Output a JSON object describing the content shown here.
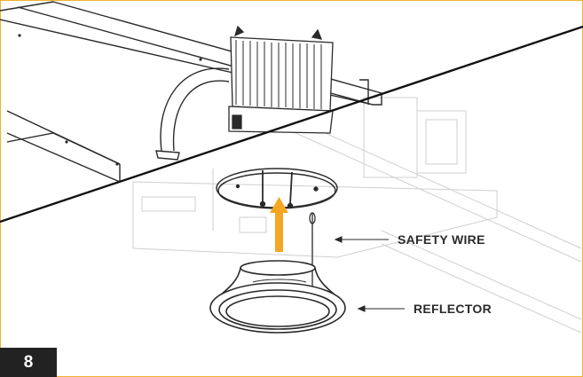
{
  "step": {
    "number": "8"
  },
  "callouts": {
    "safety_wire": "SAFETY WIRE",
    "reflector": "REFLECTOR"
  },
  "colors": {
    "frame_border": "#f2b233",
    "arrow": "#f5a623",
    "badge_bg": "#222222",
    "badge_text": "#ffffff",
    "line_art": "#2a2a2a",
    "faded_art": "#c8c8c8"
  },
  "icons": {
    "direction": "up-arrow-icon"
  }
}
